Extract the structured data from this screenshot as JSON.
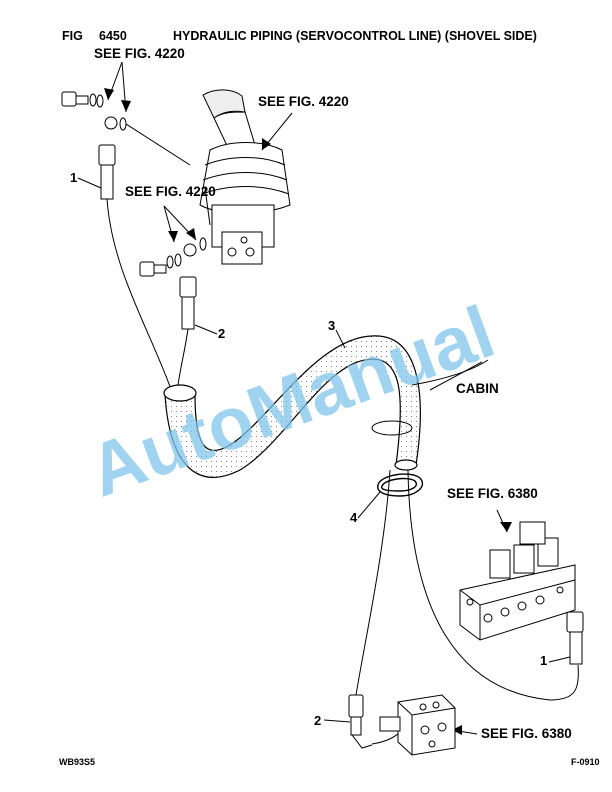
{
  "header": {
    "fig_label": "FIG",
    "fig_number": "6450",
    "title": "HYDRAULIC PIPING (SERVOCONTROL LINE) (SHOVEL SIDE)"
  },
  "callouts": {
    "see_fig_4220_top": "SEE FIG. 4220",
    "see_fig_4220_lever": "SEE FIG. 4220",
    "see_fig_4220_mid": "SEE FIG. 4220",
    "see_fig_6380_upper": "SEE FIG. 6380",
    "see_fig_6380_lower": "SEE FIG. 6380",
    "cabin": "CABIN"
  },
  "part_numbers": {
    "p1_upper": "1",
    "p2_upper": "2",
    "p3": "3",
    "p4": "4",
    "p1_lower": "1",
    "p2_lower": "2"
  },
  "footer": {
    "left_code": "WB93S5",
    "right_code": "F-0910"
  },
  "watermark": {
    "text": "AutoManual",
    "color": "#7fc4ea"
  }
}
